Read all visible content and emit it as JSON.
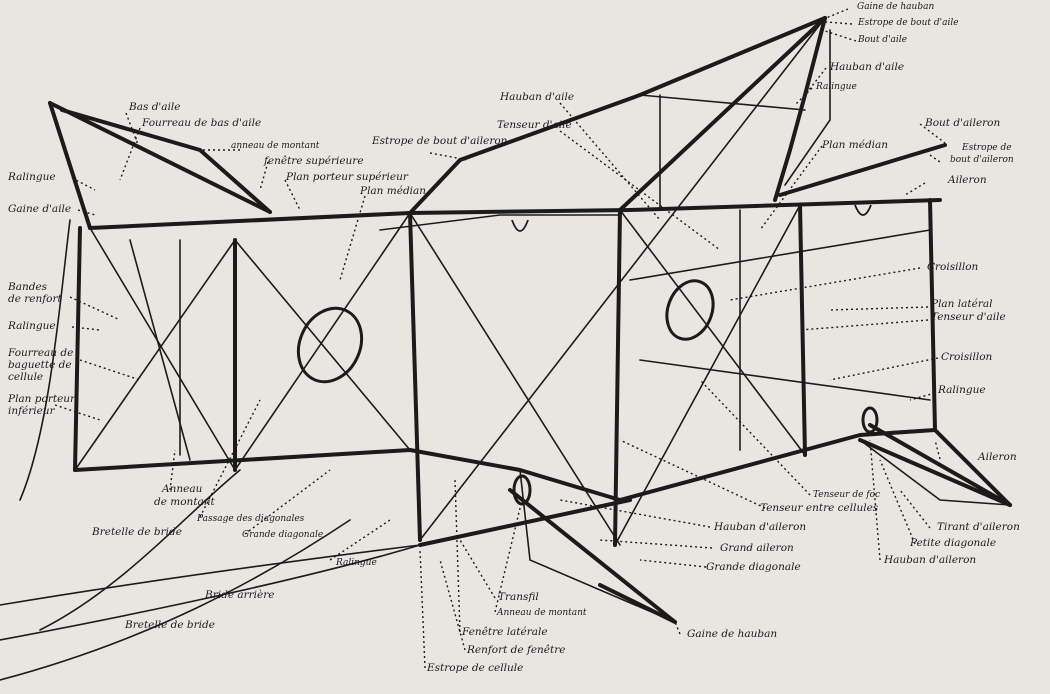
{
  "diagram": {
    "labels": {
      "gaine_de_hauban_top": "Gaine de hauban",
      "estrope_bout_aile": "Estrope de bout d'aile",
      "bout_aile": "Bout d'aile",
      "hauban_aile_right": "Hauban d'aile",
      "ralingue_top": "Ralingue",
      "hauban_aile_center": "Hauban d'aile",
      "tenseur_aile_center": "Tenseur d'aile",
      "estrope_bout_aileron": "Estrope de bout d'aileron",
      "bas_aile": "Bas d'aile",
      "fourreau_bas_aile": "Fourreau de bas d'aile",
      "anneau_montant_top": "anneau de montant",
      "fenetre_superieure": "fenêtre supérieure",
      "plan_porteur_superieur": "Plan porteur supérieur",
      "plan_median_left": "Plan médian",
      "bout_aileron": "Bout d'aileron",
      "estrope_bout_aileron_right_1": "Estrope de",
      "estrope_bout_aileron_right_2": "bout d'aileron",
      "aileron_top": "Aileron",
      "plan_median_right": "Plan médian",
      "ralingue_left_1": "Ralingue",
      "gaine_aile": "Gaine d'aile",
      "bandes_renfort_1": "Bandes",
      "bandes_renfort_2": "de renfort",
      "ralingue_left_2": "Ralingue",
      "fourreau_baguette_1": "Fourreau de",
      "fourreau_baguette_2": "baguette de",
      "fourreau_baguette_3": "cellule",
      "plan_porteur_inferieur_1": "Plan porteur",
      "plan_porteur_inferieur_2": "inférieur",
      "croisillon_top": "Croisillon",
      "plan_lateral": "Plan latéral",
      "tenseur_aile_right": "Tenseur d'aile",
      "croisillon_mid": "Croisillon",
      "ralingue_right": "Ralingue",
      "aileron_bottom": "Aileron",
      "anneau_montant_left_1": "Anneau",
      "anneau_montant_left_2": "de montant",
      "passage_diagonales": "Passage des diagonales",
      "bretelle_bride_1": "Bretelle de bride",
      "grande_diagonale_left": "Grande diagonale",
      "ralingue_bottom": "Ralingue",
      "bride_arriere": "Bride arrière",
      "bretelle_bride_2": "Bretelle de bride",
      "tenseur_foc": "Tenseur de foc",
      "tenseur_entre_cellules": "Tenseur entre cellules",
      "hauban_aileron_center": "Hauban d'aileron",
      "grand_aileron": "Grand aileron",
      "grande_diagonale_right": "Grande diagonale",
      "tirant_aileron": "Tirant d'aileron",
      "petite_diagonale": "Petite diagonale",
      "hauban_aileron_right": "Hauban d'aileron",
      "transfil": "Transfil",
      "anneau_montant_bottom": "Anneau de montant",
      "fenetre_laterale": "Fenêtre latérale",
      "renfort_fenetre": "Renfort de fenêtre",
      "estrope_cellule": "Estrope de cellule",
      "gaine_de_hauban_bottom": "Gaine de hauban"
    },
    "colors": {
      "ink": "#1b1b1b",
      "paper": "#e9e6e2"
    }
  }
}
